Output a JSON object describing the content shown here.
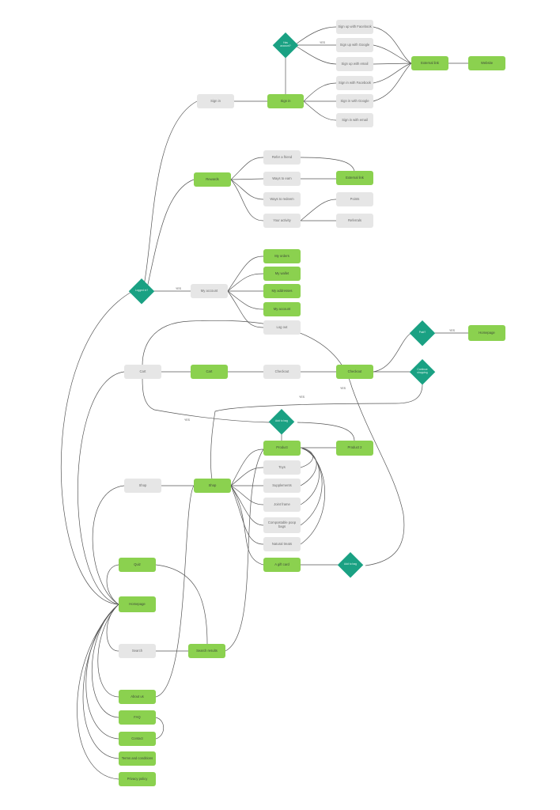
{
  "colors": {
    "grey_node": "#e6e6e6",
    "green_node": "#8bd14f",
    "decision": "#1aa183",
    "edge": "#555555"
  },
  "edge_labels": {
    "e1": "YES",
    "e2": "YES",
    "e3": "YES",
    "e4": "YES",
    "e5": "YES",
    "e6": "YES"
  },
  "nodes": {
    "sign_in": "Sign in",
    "sign_in_g": "Sign in",
    "sign_up_facebook": "Sign up with Facebook",
    "sign_up_google": "Sign up with Google",
    "sign_up_email": "Sign up with email",
    "sign_in_facebook": "Sign in with Facebook",
    "sign_in_google": "Sign in with Google",
    "sign_in_email": "Sign in with email",
    "external_link_top": "External link",
    "website": "Website",
    "rewards": "Rewards",
    "refer_friend": "Refer a friend",
    "ways_earn": "Ways to earn",
    "ways_redeem": "Ways to redeem",
    "your_activity": "Your activity",
    "external_link_mid": "External link",
    "points": "Points",
    "referrals": "Referrals",
    "my_account": "My account",
    "my_orders": "My orders",
    "my_wallet": "My wallet",
    "my_addresses": "My addresses",
    "my_account_g": "My account",
    "log_out": "Log out",
    "cart": "Cart",
    "cart_g": "Cart",
    "checkout": "Checkout",
    "checkout_g": "Checkout",
    "homepage_right": "Homepage",
    "shop": "Shop",
    "shop_g": "Shop",
    "product": "Product",
    "product2": "Product 2",
    "toys": "Toys",
    "supplements": "Supplements",
    "joint_frame": "Joint frame",
    "poop_bags": "Compostable poop bags",
    "natural_treats": "Natural treats",
    "gift_card": "A gift card",
    "quiz": "Quiz",
    "homepage": "Homepage",
    "search": "Search",
    "search_results": "Search results",
    "about_us": "About us",
    "faq": "FAQ",
    "contact": "Contact",
    "terms": "Terms and conditions",
    "privacy": "Privacy policy"
  },
  "decisions": {
    "d_account": "Has account?",
    "d_logged": "Logged in?",
    "d_paid": "Paid?",
    "d_continue": "Continue shopping",
    "d_addbag": "Add to bag",
    "d_addbag2": "Add to bag"
  }
}
